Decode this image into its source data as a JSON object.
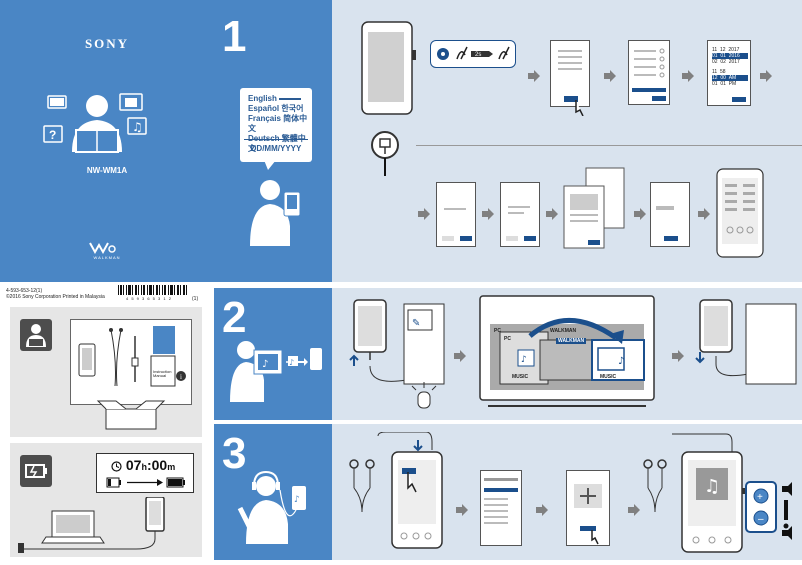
{
  "brand": "SONY",
  "model": "NW-WM1A",
  "walkman_logo": "WALKMAN",
  "step_numbers": [
    "1",
    "2",
    "3"
  ],
  "languages": [
    {
      "left": "English",
      "right": ""
    },
    {
      "left": "Español",
      "right": "한국어"
    },
    {
      "left": "Français",
      "right": "简体中文"
    },
    {
      "left": "Deutsch",
      "right": "繁體中文"
    }
  ],
  "date_format": "DD/MM/YYYY",
  "date_wheel": {
    "rows": [
      [
        "11",
        "12",
        "2017"
      ],
      [
        "01",
        "01",
        "2016"
      ],
      [
        "02",
        "02",
        "2017"
      ]
    ],
    "time_rows": [
      [
        "11",
        "58",
        ""
      ],
      [
        "12",
        "00",
        "AM"
      ],
      [
        "01",
        "01",
        "PM"
      ]
    ]
  },
  "doc_info": {
    "part_number": "4-593-653-12(1)",
    "copyright": "©2016 Sony Corporation   Printed in Malaysia",
    "barcode_digits": "4  5 9 3 6 5 3 1 2",
    "barcode_suffix": "(1)"
  },
  "box_contents": {
    "manual_label": "Instruction Manual"
  },
  "charging": {
    "time_hours": "07",
    "h": "h",
    "colon": ":",
    "time_minutes": "00",
    "m": "m"
  },
  "transfer": {
    "pc_label": "PC",
    "pc_sub_label": "PC",
    "walkman_label": "WALKMAN",
    "walkman_sub_label": "WALKMAN",
    "music_label": "MUSIC",
    "music_label_2": "MUSIC"
  },
  "icons": [
    "person-reading-icon",
    "question-icon",
    "music-note-icon",
    "battery-icon",
    "briefcase-icon",
    "arrow-right-icon",
    "usb-plug-icon",
    "mouse-click-icon",
    "folder-icon",
    "headphones-icon",
    "volume-icon",
    "speaker-info-icon"
  ],
  "colors": {
    "brand_blue": "#4a86c5",
    "pale_blue": "#d9e3ee",
    "gray_panel": "#e6e6e6",
    "dark_blue": "#1b4f8c",
    "arrow_gray": "#808080"
  }
}
